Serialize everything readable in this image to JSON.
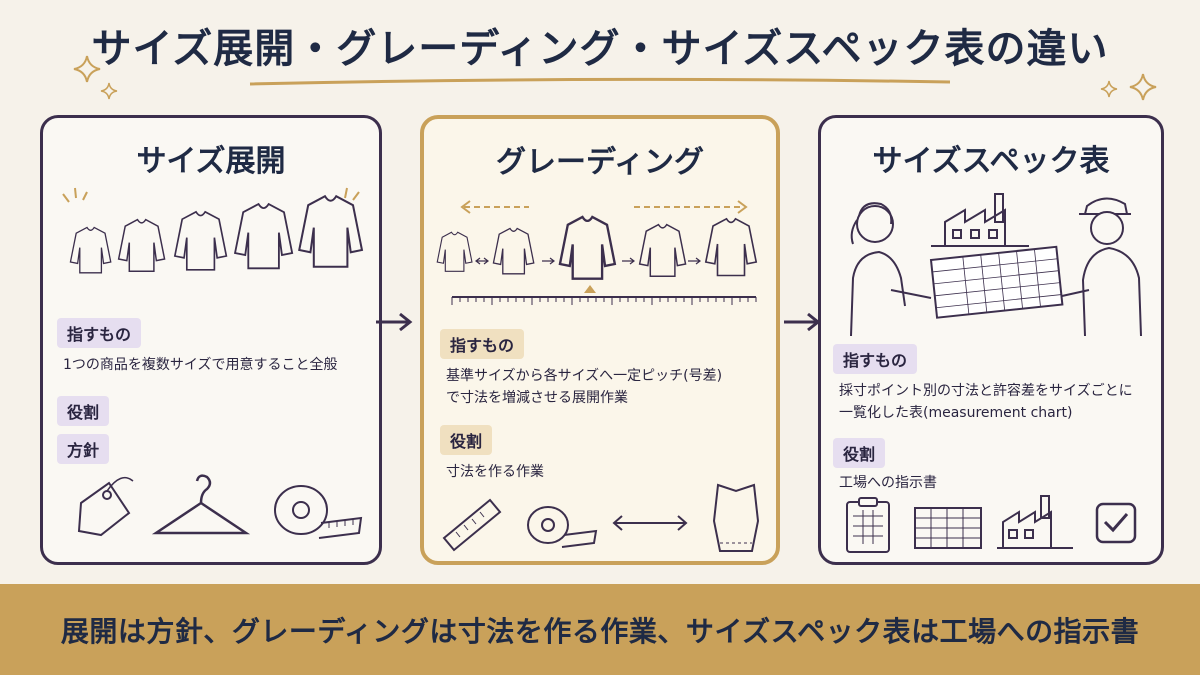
{
  "title": "サイズ展開・グレーディング・サイズスペック表の違い",
  "panels": [
    {
      "heading": "サイズ展開",
      "def_label": "指すもの",
      "def_text": "1つの商品を複数サイズで用意すること全般",
      "role_label": "役割",
      "role_text": "方針",
      "icons": [
        "price-tag-icon",
        "hanger-icon",
        "measuring-tape-icon"
      ]
    },
    {
      "heading": "グレーディング",
      "def_label": "指すもの",
      "def_text_1": "基準サイズから各サイズへ一定ピッチ(号差)",
      "def_text_2": "で寸法を増減させる展開作業",
      "role_label": "役割",
      "role_text": "寸法を作る作業",
      "icons": [
        "ruler-icon",
        "measuring-tape-icon",
        "double-arrow-icon",
        "pattern-piece-icon"
      ]
    },
    {
      "heading": "サイズスペック表",
      "def_label": "指すもの",
      "def_text_1": "採寸ポイント別の寸法と許容差をサイズごとに",
      "def_text_2": "一覧化した表(measurement chart)",
      "role_label": "役割",
      "role_text": "工場への指示書",
      "icons": [
        "clipboard-icon",
        "spreadsheet-icon",
        "factory-icon",
        "checkbox-icon"
      ]
    }
  ],
  "footer": "展開は方針、グレーディングは寸法を作る作業、サイズスペック表は工場への指示書",
  "colors": {
    "ink": "#3c2f4d",
    "navy": "#1f2a44",
    "gold": "#c9a15a",
    "lavender": "#e6def0",
    "cream": "#f6f2ea"
  }
}
